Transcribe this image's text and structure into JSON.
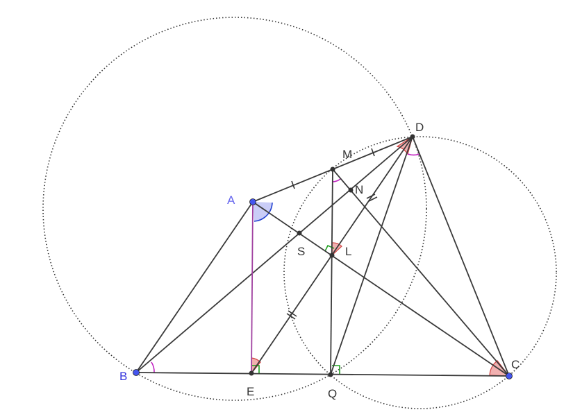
{
  "points": {
    "A": {
      "label": "A",
      "color": "#6666ee"
    },
    "B": {
      "label": "B",
      "color": "#3333dd"
    },
    "C": {
      "label": "C",
      "color": "#3333dd"
    },
    "D": {
      "label": "D",
      "color": "#333333"
    },
    "M": {
      "label": "M",
      "color": "#333333"
    },
    "N": {
      "label": "N",
      "color": "#333333"
    },
    "S": {
      "label": "S",
      "color": "#333333"
    },
    "L": {
      "label": "L",
      "color": "#333333"
    },
    "E": {
      "label": "E",
      "color": "#333333"
    },
    "Q": {
      "label": "Q",
      "color": "#333333"
    }
  },
  "colors": {
    "segment": "#3a3a3a",
    "circle": "#333333",
    "altitude": "#a040a0",
    "angle_red": "#e05050",
    "angle_magenta": "#c020c0",
    "angle_blue": "#2040d0",
    "right_angle_green": "#20a020",
    "free_point": "#4455ee",
    "dep_point": "#333333"
  }
}
